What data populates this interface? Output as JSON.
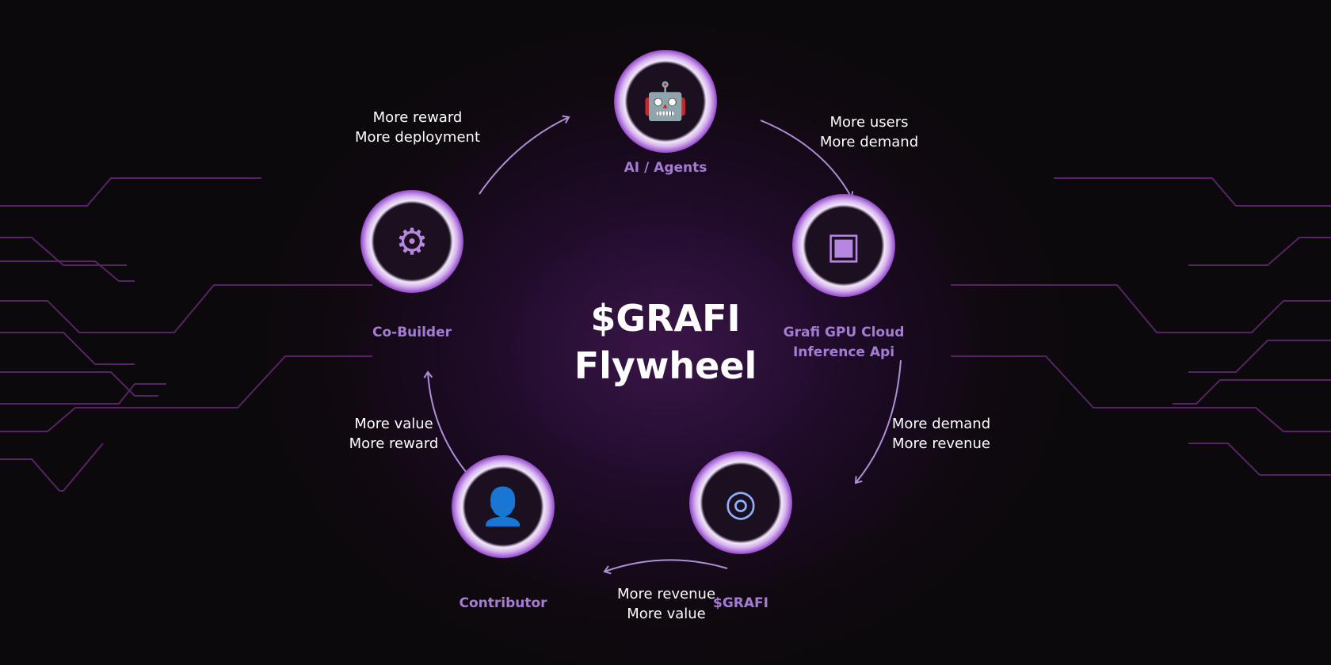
{
  "title": {
    "line1": "$GRAFI",
    "line2": "Flywheel"
  },
  "nodes": {
    "ai": {
      "label": "AI / Agents",
      "icon": "ai-agent-icon"
    },
    "gpu": {
      "line1": "Grafi GPU Cloud",
      "line2": "Inference Api",
      "icon": "gpu-hardware-icon"
    },
    "token": {
      "label": "$GRAFI",
      "icon": "grafi-token-icon"
    },
    "contributor": {
      "label": "Contributor",
      "icon": "user-icon"
    },
    "cobuilder": {
      "label": "Co-Builder",
      "icon": "gear-laptop-icon"
    }
  },
  "edges": {
    "cobuilder_ai": {
      "line1": "More reward",
      "line2": "More deployment"
    },
    "ai_gpu": {
      "line1": "More users",
      "line2": "More demand"
    },
    "gpu_token": {
      "line1": "More demand",
      "line2": "More revenue"
    },
    "token_contributor": {
      "line1": "More revenue",
      "line2": "More value"
    },
    "contributor_cobuilder": {
      "line1": "More value",
      "line2": "More reward"
    }
  },
  "colors": {
    "accent": "#a57cd3",
    "arrow": "#b08fd6",
    "background": "#100910"
  }
}
